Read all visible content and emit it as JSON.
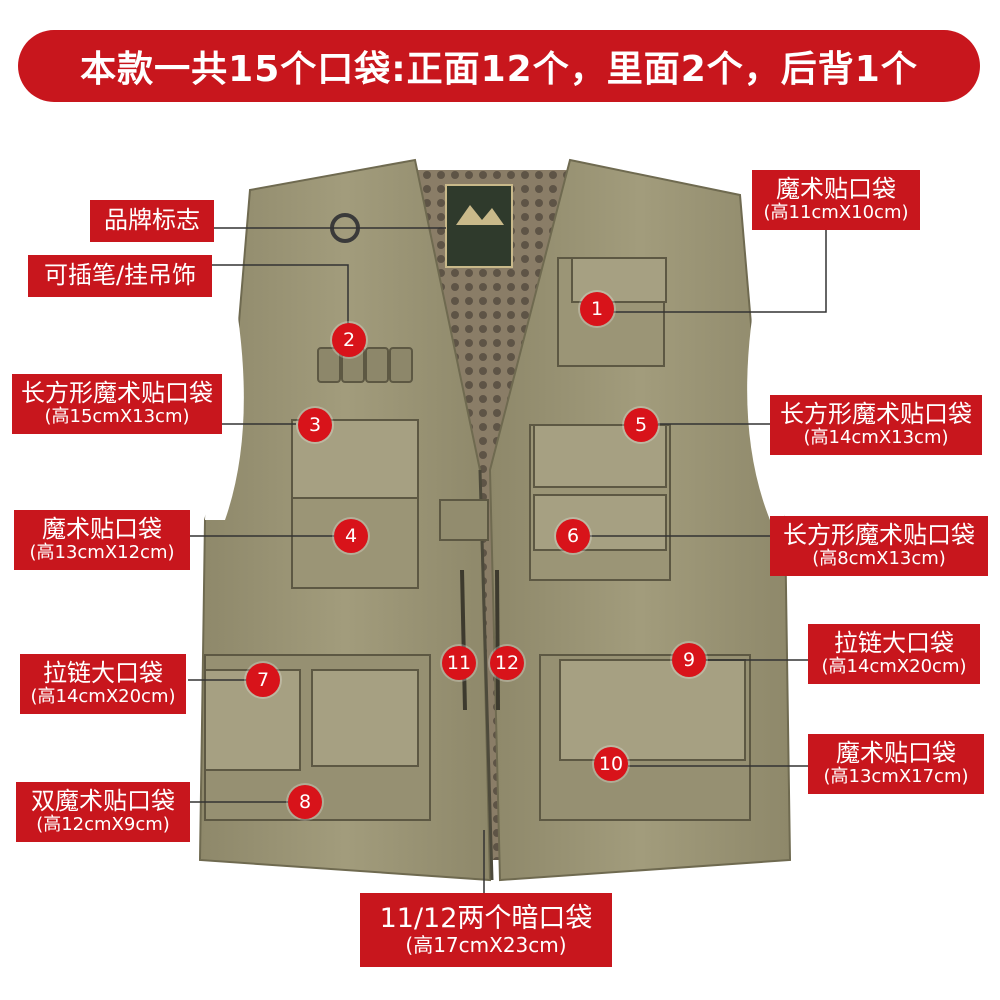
{
  "banner": {
    "text": "本款一共15个口袋:正面12个，里面2个，后背1个"
  },
  "labels": {
    "brand": {
      "title": "品牌标志"
    },
    "pen": {
      "title": "可插笔/挂吊饰"
    },
    "l1": {
      "title": "魔术贴口袋",
      "size": "(高11cmX10cm)"
    },
    "l3": {
      "title": "长方形魔术贴口袋",
      "size": "(高15cmX13cm)"
    },
    "l5": {
      "title": "长方形魔术贴口袋",
      "size": "(高14cmX13cm)"
    },
    "l4": {
      "title": "魔术贴口袋",
      "size": "(高13cmX12cm)"
    },
    "l6": {
      "title": "长方形魔术贴口袋",
      "size": "(高8cmX13cm)"
    },
    "l7": {
      "title": "拉链大口袋",
      "size": "(高14cmX20cm)"
    },
    "l9": {
      "title": "拉链大口袋",
      "size": "(高14cmX20cm)"
    },
    "l8": {
      "title": "双魔术贴口袋",
      "size": "(高12cmX9cm)"
    },
    "l10": {
      "title": "魔术贴口袋",
      "size": "(高13cmX17cm)"
    },
    "l11": {
      "title": "11/12两个暗口袋",
      "size": "(高17cmX23cm)"
    }
  },
  "badges": [
    "1",
    "2",
    "3",
    "4",
    "5",
    "6",
    "7",
    "8",
    "9",
    "10",
    "11",
    "12"
  ],
  "colors": {
    "accent": "#c8161d",
    "vest": "#9a9471",
    "vest_dark": "#7c7658",
    "mesh": "#7a6e5b"
  }
}
